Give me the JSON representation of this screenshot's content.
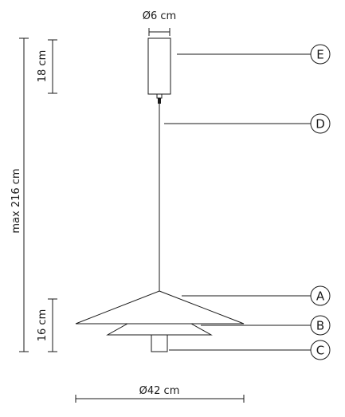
{
  "dimensions": {
    "canopy_diameter": "Ø6 cm",
    "canopy_height": "18 cm",
    "max_height": "max 216 cm",
    "shade_height": "16 cm",
    "shade_diameter": "Ø42 cm"
  },
  "callouts": [
    "A",
    "B",
    "C",
    "D",
    "E"
  ]
}
